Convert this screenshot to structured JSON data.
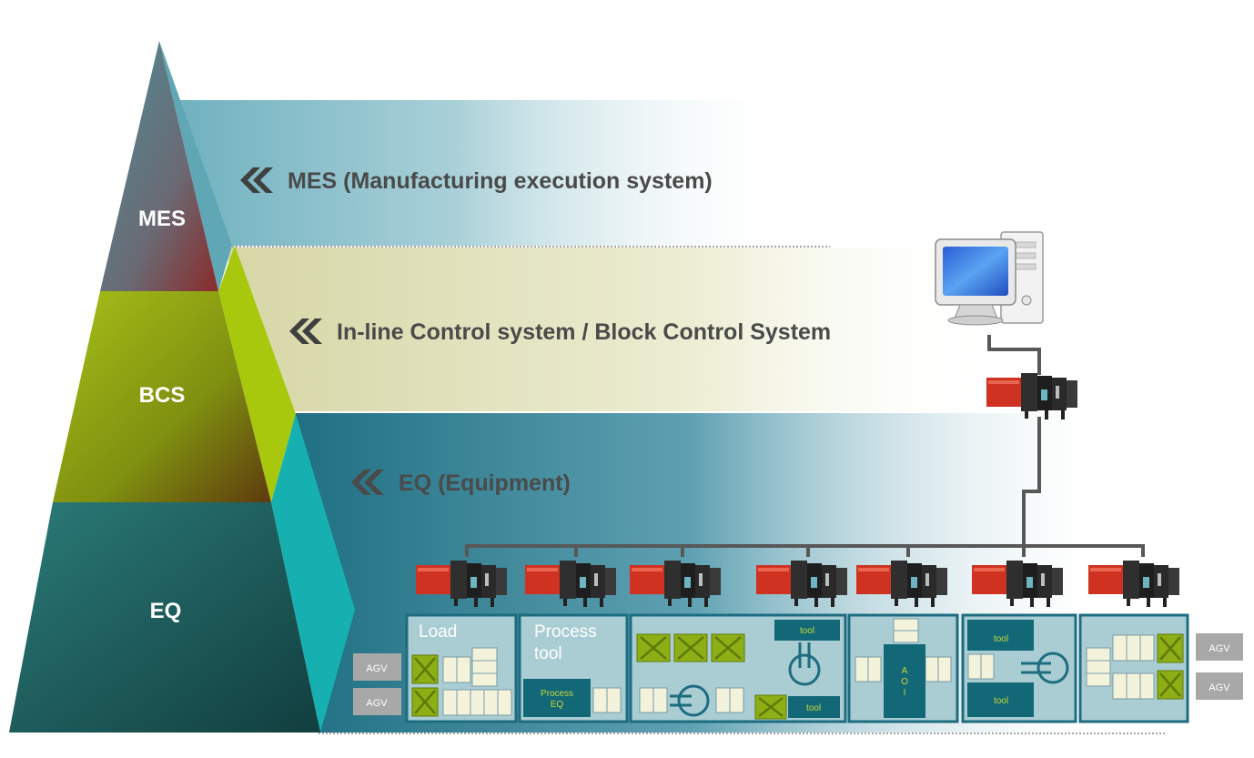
{
  "pyramid": {
    "levels": [
      {
        "id": "mes",
        "label": "MES",
        "color": "#6f6c72",
        "side_color": "#5fa7b5"
      },
      {
        "id": "bcs",
        "label": "BCS",
        "color": "#95b614",
        "side_color": "#a8c80e"
      },
      {
        "id": "eq",
        "label": "EQ",
        "color": "#1f6a68",
        "side_color": "#16b0b0"
      }
    ]
  },
  "bands": [
    {
      "id": "mes-band",
      "title": "MES (Manufacturing execution system)",
      "color": "#7fb9c5"
    },
    {
      "id": "bcs-band",
      "title": "In-line Control system / Block Control System",
      "color": "#dedeb3"
    },
    {
      "id": "eq-band",
      "title": "EQ (Equipment)",
      "color": "#2c7f90"
    }
  ],
  "cells": [
    {
      "title": "Load"
    },
    {
      "title_line1": "Process",
      "title_line2": "tool",
      "inner_label_line1": "Process",
      "inner_label_line2": "EQ"
    },
    {
      "tool_labels": [
        "tool",
        "tool"
      ]
    },
    {
      "aoi_letters": [
        "A",
        "O",
        "I"
      ]
    },
    {
      "tool_labels": [
        "tool",
        "tool"
      ]
    },
    {}
  ],
  "agv_left": [
    "AGV",
    "AGV"
  ],
  "agv_right": [
    "AGV",
    "AGV"
  ],
  "colors": {
    "cell_fill": "#a9cdd2",
    "cell_border": "#1d6c80",
    "box_teal": "#136877",
    "slot_fill": "#f3f3dc",
    "green": "#8eae15",
    "plc_red": "#d03222",
    "agv_gray": "#a8a8a8",
    "arrow_gray": "#4a4a4a"
  }
}
